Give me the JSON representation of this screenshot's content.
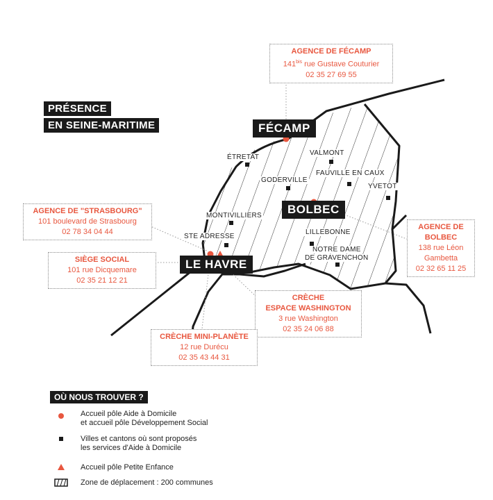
{
  "title": {
    "line1": "PRÉSENCE",
    "line2": "EN SEINE-MARITIME"
  },
  "cities": {
    "fecamp": "FÉCAMP",
    "bolbec": "BOLBEC",
    "lehavre": "LE HAVRE"
  },
  "towns": {
    "etretat": "ÉTRETAT",
    "valmont": "VALMONT",
    "fauville": "FAUVILLE EN CAUX",
    "goderville": "GODERVILLE",
    "yvetot": "YVETOT",
    "montivilliers": "MONTIVILLIERS",
    "lillebonne": "LILLEBONNE",
    "steadresse": "STE ADRESSE",
    "notredame1": "NOTRE DAME",
    "notredame2": "DE GRAVENCHON"
  },
  "agencies": {
    "fecamp": {
      "title": "AGENCE DE FÉCAMP",
      "addr_num": "141",
      "addr_sup": "bis",
      "addr_rest": " rue Gustave Couturier",
      "phone": "02 35 27 69 55"
    },
    "strasbourg": {
      "title": "AGENCE DE \"STRASBOURG\"",
      "addr": "101 boulevard de Strasbourg",
      "phone": "02 78 34 04 44"
    },
    "siege": {
      "title": "SIÈGE SOCIAL",
      "addr": "101 rue Dicquemare",
      "phone": "02 35 21 12 21"
    },
    "washington": {
      "title1": "CRÈCHE",
      "title2": "ESPACE WASHINGTON",
      "addr": "3 rue Washington",
      "phone": "02 35 24 06 88"
    },
    "miniplanete": {
      "title": "CRÈCHE MINI-PLANÈTE",
      "addr": "12 rue Durécu",
      "phone": "02 35 43 44 31"
    },
    "bolbec": {
      "title1": "AGENCE DE",
      "title2": "BOLBEC",
      "addr1": "138 rue Léon",
      "addr2": "Gambetta",
      "phone": "02 32 65 11 25"
    }
  },
  "legend": {
    "title": "OÙ NOUS TROUVER ?",
    "item1_line1": "Accueil pôle Aide à Domicile",
    "item1_line2": "et accueil pôle Développement Social",
    "item2_line1": "Villes et cantons où sont proposés",
    "item2_line2": "les services d'Aide à Domicile",
    "item3": "Accueil pôle Petite Enfance",
    "item4": "Zone de déplacement : 200 communes"
  },
  "colors": {
    "accent": "#e8573f",
    "dark": "#1a1a1a"
  },
  "icons": {
    "agency": "orange-dot-icon",
    "town": "black-square-icon",
    "childcare": "orange-triangle-icon",
    "zone": "hatched-area-icon"
  }
}
